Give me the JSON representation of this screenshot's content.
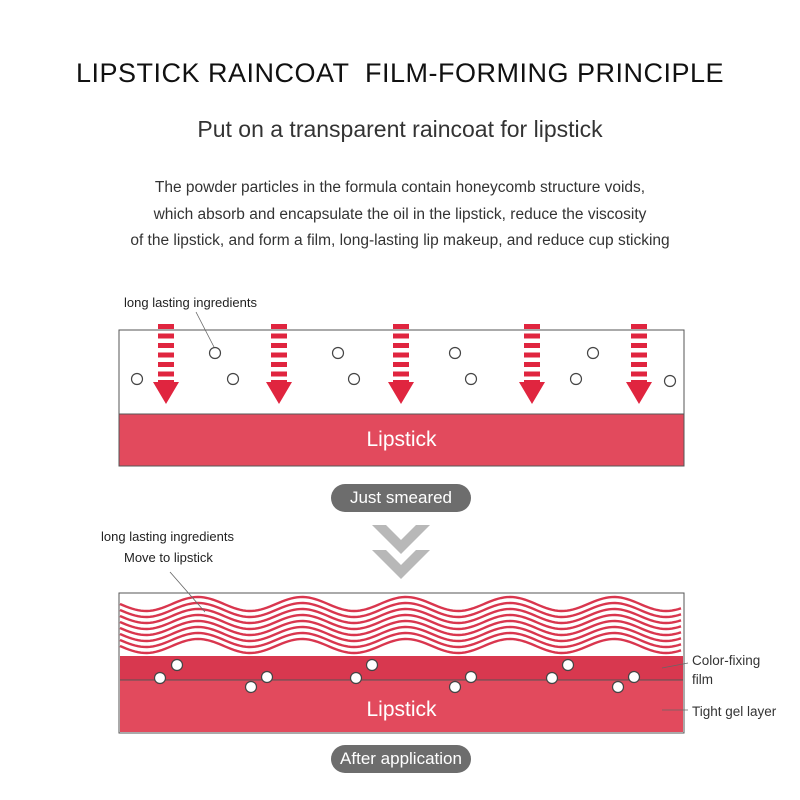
{
  "title": "LIPSTICK RAINCOAT  FILM-FORMING PRINCIPLE",
  "subtitle": "Put on a transparent raincoat for lipstick",
  "description": [
    "The powder particles in the formula contain honeycomb structure voids,",
    "which absorb and encapsulate the oil in the lipstick, reduce the viscosity",
    "of the lipstick, and form a film, long-lasting lip makeup, and reduce cup sticking"
  ],
  "top_diagram": {
    "callout": "long lasting ingredients",
    "layer_label": "Lipstick",
    "stage_label": "Just smeared"
  },
  "bottom_diagram": {
    "callout_line1": "long lasting ingredients",
    "callout_line2": "Move to lipstick",
    "layer_label": "Lipstick",
    "film_label_line1": "Color-fixing",
    "film_label_line2": "film",
    "gel_label": "Tight gel layer",
    "stage_label": "After application"
  },
  "colors": {
    "lipstick": "#e24a5d",
    "film": "#d8384f",
    "arrow": "#e0253f",
    "pill": "#6d6d6d",
    "transition_chevron": "#b5b5b5"
  },
  "icons": {
    "arrow": "down-arrow-icon",
    "particle": "particle-circle-icon",
    "transition": "double-chevron-down-icon"
  }
}
